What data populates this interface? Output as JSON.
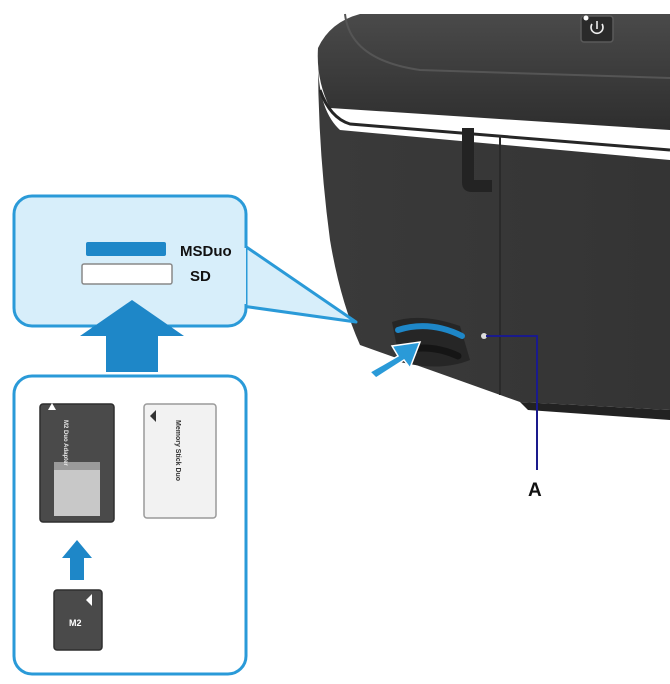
{
  "slot_labels": {
    "msduo": "MSDuo",
    "sd": "SD"
  },
  "callout_label": "A",
  "cards": {
    "m2_adapter_text": "M2 Duo Adapter",
    "ms_duo_text": "Memory Stick Duo",
    "m2_card_text": "M2"
  },
  "colors": {
    "callout_fill": "#d7eefa",
    "callout_border": "#2a9ad8",
    "arrow_blue": "#1e87c8",
    "printer_body": "#3b3b3b",
    "leader_line": "#1a1a8c"
  }
}
